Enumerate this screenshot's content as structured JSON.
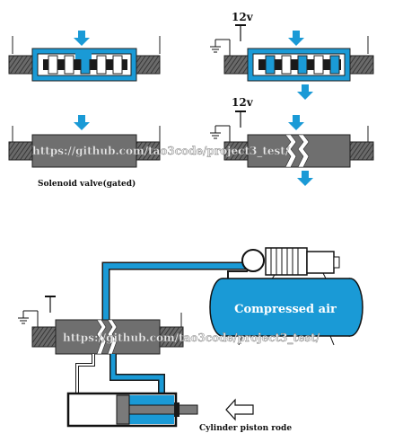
{
  "labels": {
    "voltage_top": "12v",
    "voltage_middle": "12v",
    "solenoid_caption": "Solenoid valve(gated)",
    "tank_label": "Compressed air",
    "cylinder_caption": "Cylinder piston rode",
    "watermark": "https://github.com/tao3code/project3_test/"
  },
  "colors": {
    "air": "#1a9ad6",
    "body": "#6f6f6f",
    "dark": "#1a1a1a",
    "rod": "#7a7a7a"
  },
  "icons": {
    "flow_arrow": "down-arrow-icon",
    "ground": "ground-icon",
    "battery": "battery-terminal-icon",
    "hollow_arrow": "left-arrow-icon"
  }
}
